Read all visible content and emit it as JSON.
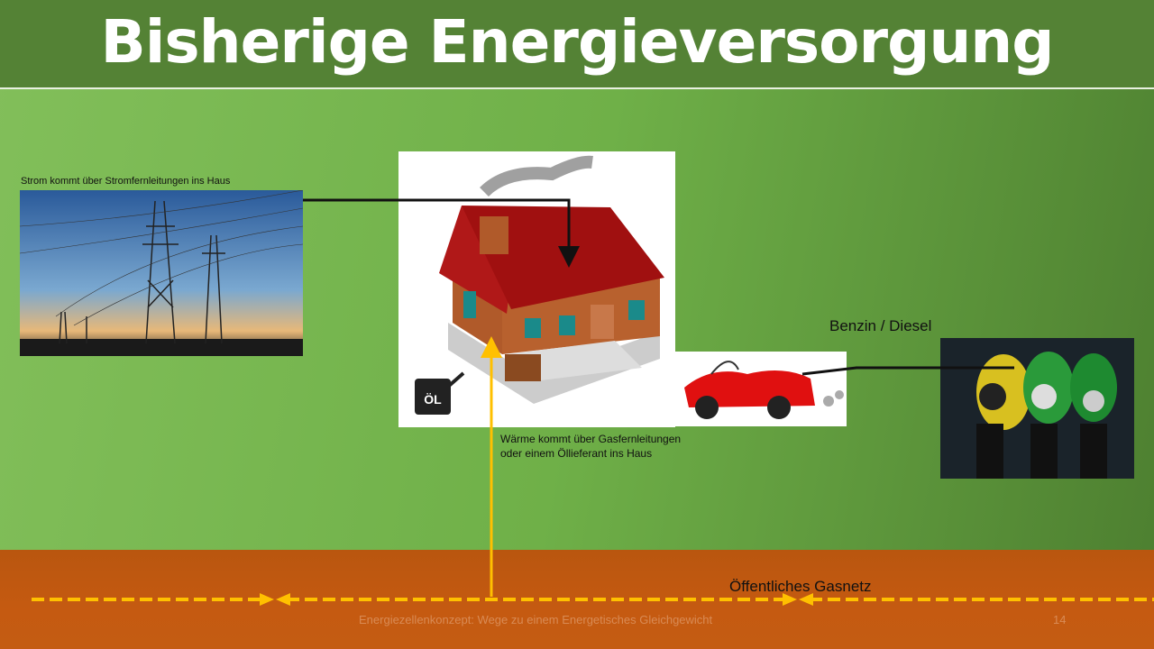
{
  "title": "Bisherige Energieversorgung",
  "labels": {
    "strom": "Strom kommt über Stromfernleitungen ins Haus",
    "waerme_line1": "Wärme kommt über Gasfernleitungen",
    "waerme_line2": "oder einem Öllieferant ins Haus",
    "benzin": "Benzin / Diesel",
    "gasnetz": "Öffentliches Gasnetz",
    "oil_can": "ÖL"
  },
  "footer": {
    "text": "Energiezellenkonzept: Wege zu einem Energetisches Gleichgewicht",
    "page": "14"
  },
  "colors": {
    "header": "#548235",
    "ground": "#c55a11",
    "gas_line": "#ffc000"
  }
}
